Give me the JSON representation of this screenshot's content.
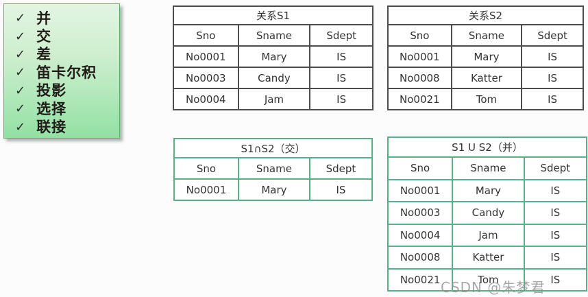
{
  "page": {
    "watermark": "CSDN @朱梦君"
  },
  "colors": {
    "dark_table_border": "#4d4d4d",
    "green_table_border": "#54b286",
    "checklist_gradient_top": "#e2f5e3",
    "checklist_gradient_bottom": "#92e0a4",
    "checklist_border": "#55b269",
    "text": "#333333",
    "watermark": "#919191"
  },
  "checklist": {
    "items": [
      {
        "check": "✓",
        "label": "并"
      },
      {
        "check": "✓",
        "label": "交"
      },
      {
        "check": "✓",
        "label": "差"
      },
      {
        "check": "✓",
        "label": "笛卡尔积"
      },
      {
        "check": "✓",
        "label": "投影"
      },
      {
        "check": "✓",
        "label": "选择"
      },
      {
        "check": "✓",
        "label": "联接"
      }
    ]
  },
  "tables": {
    "s1": {
      "caption": "关系S1",
      "columns": [
        "Sno",
        "Sname",
        "Sdept"
      ],
      "rows": [
        [
          "No0001",
          "Mary",
          "IS"
        ],
        [
          "No0003",
          "Candy",
          "IS"
        ],
        [
          "No0004",
          "Jam",
          "IS"
        ]
      ]
    },
    "s2": {
      "caption": "关系S2",
      "columns": [
        "Sno",
        "Sname",
        "Sdept"
      ],
      "rows": [
        [
          "No0001",
          "Mary",
          "IS"
        ],
        [
          "No0008",
          "Katter",
          "IS"
        ],
        [
          "No0021",
          "Tom",
          "IS"
        ]
      ]
    },
    "intersection": {
      "caption": "S1∩S2（交）",
      "columns": [
        "Sno",
        "Sname",
        "Sdept"
      ],
      "rows": [
        [
          "No0001",
          "Mary",
          "IS"
        ]
      ]
    },
    "union": {
      "caption": "S1 U S2（并）",
      "columns": [
        "Sno",
        "Sname",
        "Sdept"
      ],
      "rows": [
        [
          "No0001",
          "Mary",
          "IS"
        ],
        [
          "No0003",
          "Candy",
          "IS"
        ],
        [
          "No0004",
          "Jam",
          "IS"
        ],
        [
          "No0008",
          "Katter",
          "IS"
        ],
        [
          "No0021",
          "Tom",
          "IS"
        ]
      ]
    }
  }
}
